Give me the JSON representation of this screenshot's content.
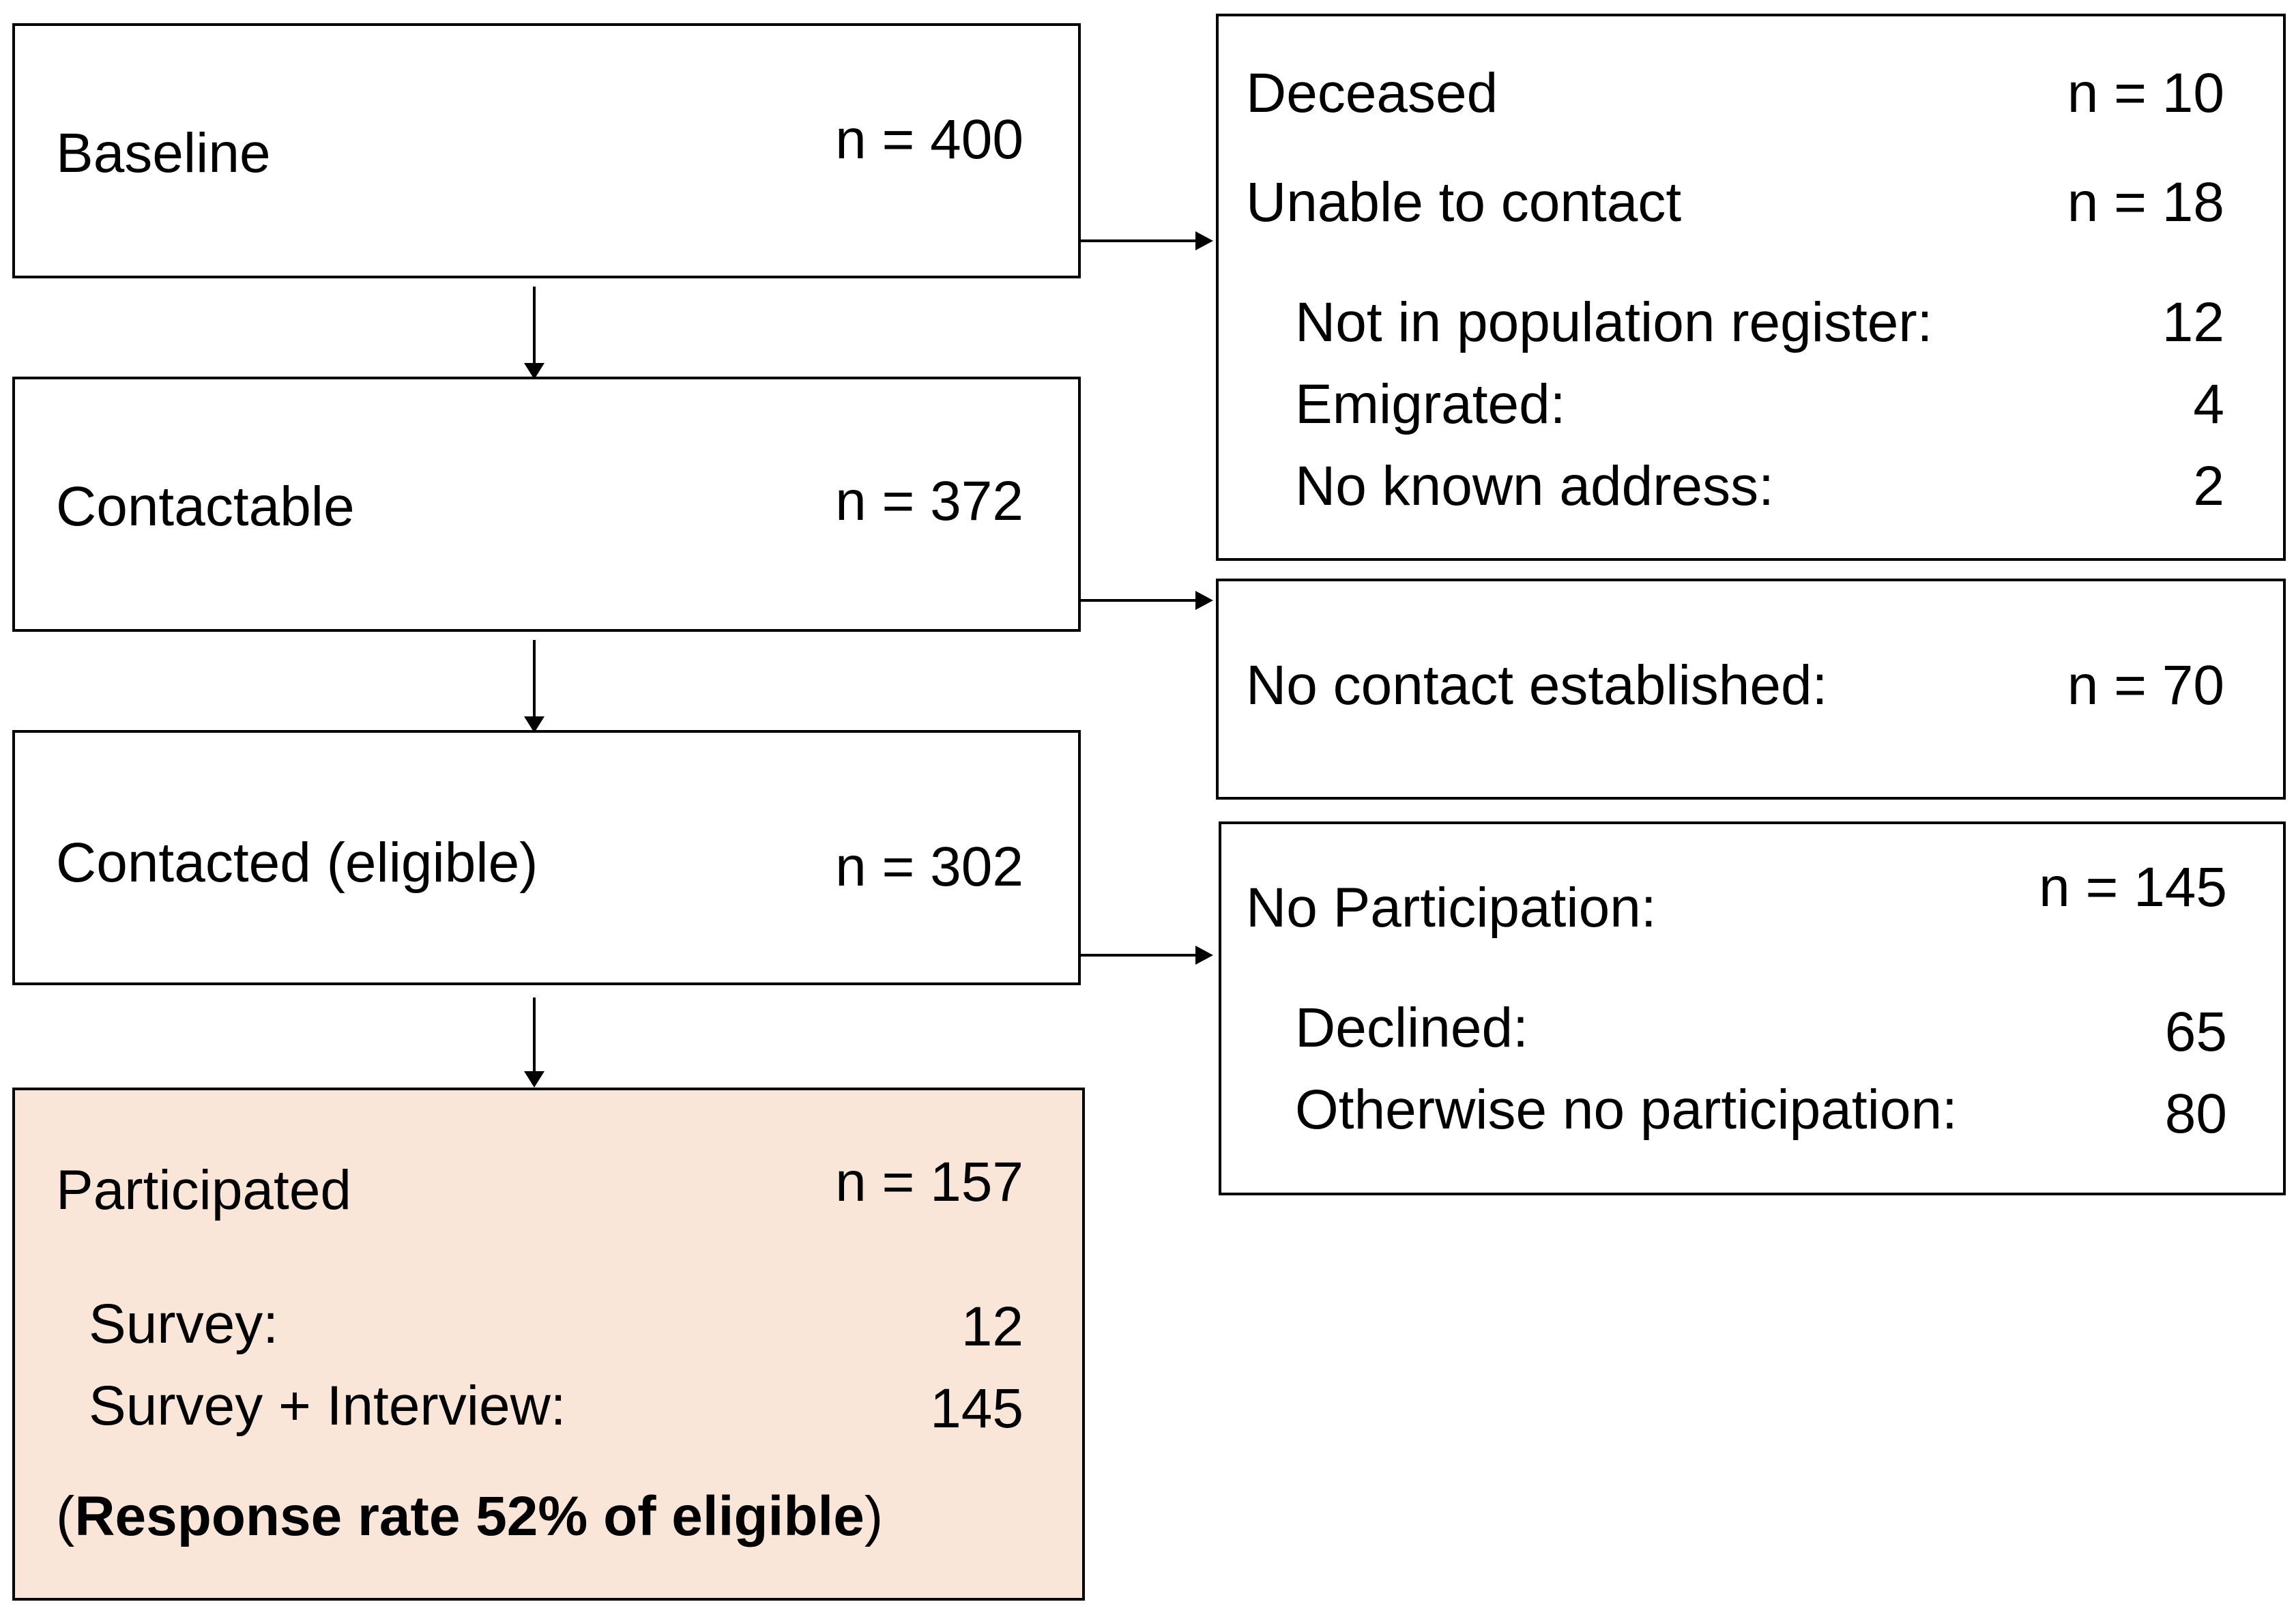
{
  "flow": {
    "baseline": {
      "label": "Baseline",
      "n": "n = 400"
    },
    "contactable": {
      "label": "Contactable",
      "n": "n = 372"
    },
    "contacted": {
      "label": "Contacted (eligible)",
      "n": "n = 302"
    },
    "participated": {
      "label": "Participated",
      "n": "n = 157",
      "rows": [
        {
          "label": "Survey:",
          "value": "12"
        },
        {
          "label": "Survey + Interview:",
          "value": "145"
        }
      ],
      "response_open": "(",
      "response_bold": "Response rate 52% of eligible",
      "response_close": ")"
    }
  },
  "exclusions": {
    "first": {
      "deceased_label": "Deceased",
      "deceased_n": "n = 10",
      "unable_label": "Unable to contact",
      "unable_n": "n = 18",
      "rows": [
        {
          "label": "Not in population register:",
          "value": "12"
        },
        {
          "label": "Emigrated:",
          "value": "4"
        },
        {
          "label": "No known address:",
          "value": "2"
        }
      ]
    },
    "second": {
      "label": "No contact established:",
      "n": "n = 70"
    },
    "third": {
      "label": "No Participation:",
      "n": "n = 145",
      "rows": [
        {
          "label": "Declined:",
          "value": "65"
        },
        {
          "label": "Otherwise no participation:",
          "value": "80"
        }
      ]
    }
  }
}
